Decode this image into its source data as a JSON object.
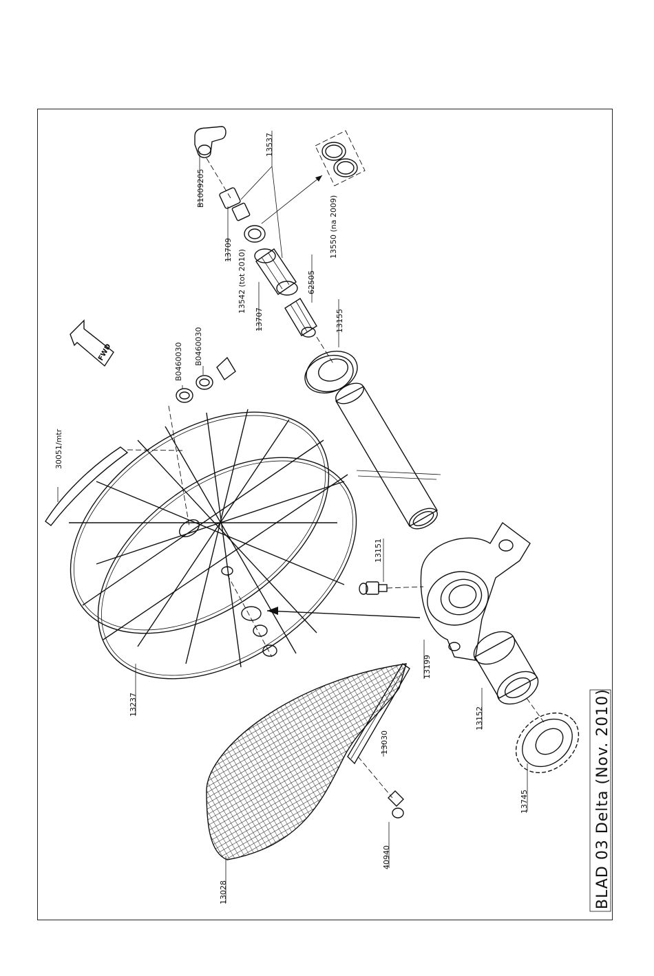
{
  "sheet_title": "BLAD 03 Delta (Nov. 2010)",
  "direction_label": "FWD",
  "parts": {
    "p_b1009205": "B1009205",
    "p_13537": "13537",
    "p_13709": "13709",
    "p_13542": "13542 (tot 2010)",
    "p_13707": "13707",
    "p_62505": "62505",
    "p_13550": "13550 (na 2009)",
    "p_13155": "13155",
    "p_b0460030a": "B0460030",
    "p_b0460030b": "B0460030",
    "p_30051": "30051/mtr",
    "p_13151": "13151",
    "p_13199": "13199",
    "p_13237": "13237",
    "p_13152": "13152",
    "p_13030": "13030",
    "p_13745": "13745",
    "p_40940": "40940",
    "p_13028": "13028"
  },
  "colors": {
    "line": "#111111",
    "paper": "#ffffff"
  }
}
